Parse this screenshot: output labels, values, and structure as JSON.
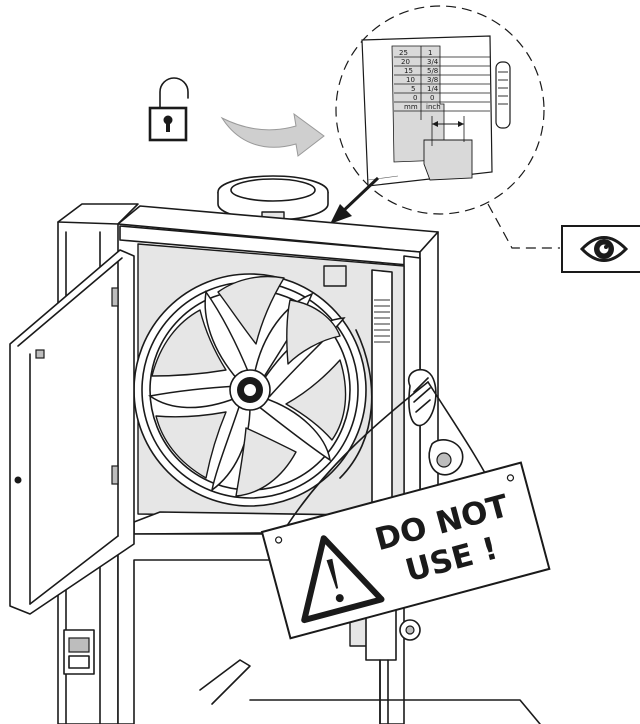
{
  "warning_sign": {
    "line1": "DO NOT",
    "line2": "USE !"
  },
  "scale": {
    "mm_values": [
      "25",
      "20",
      "15",
      "10",
      "5",
      "0"
    ],
    "inch_values": [
      "1",
      "3/4",
      "5/8",
      "3/8",
      "1/4",
      "0"
    ],
    "mm_unit": "mm",
    "inch_unit": "inch"
  },
  "icons": {
    "unlock": "padlock-open-icon",
    "inspect": "eye-icon",
    "hazard": "warning-triangle-icon"
  },
  "colors": {
    "ink": "#1a1a1a",
    "scale_gray": "#d9d9d9",
    "background": "#ffffff"
  }
}
